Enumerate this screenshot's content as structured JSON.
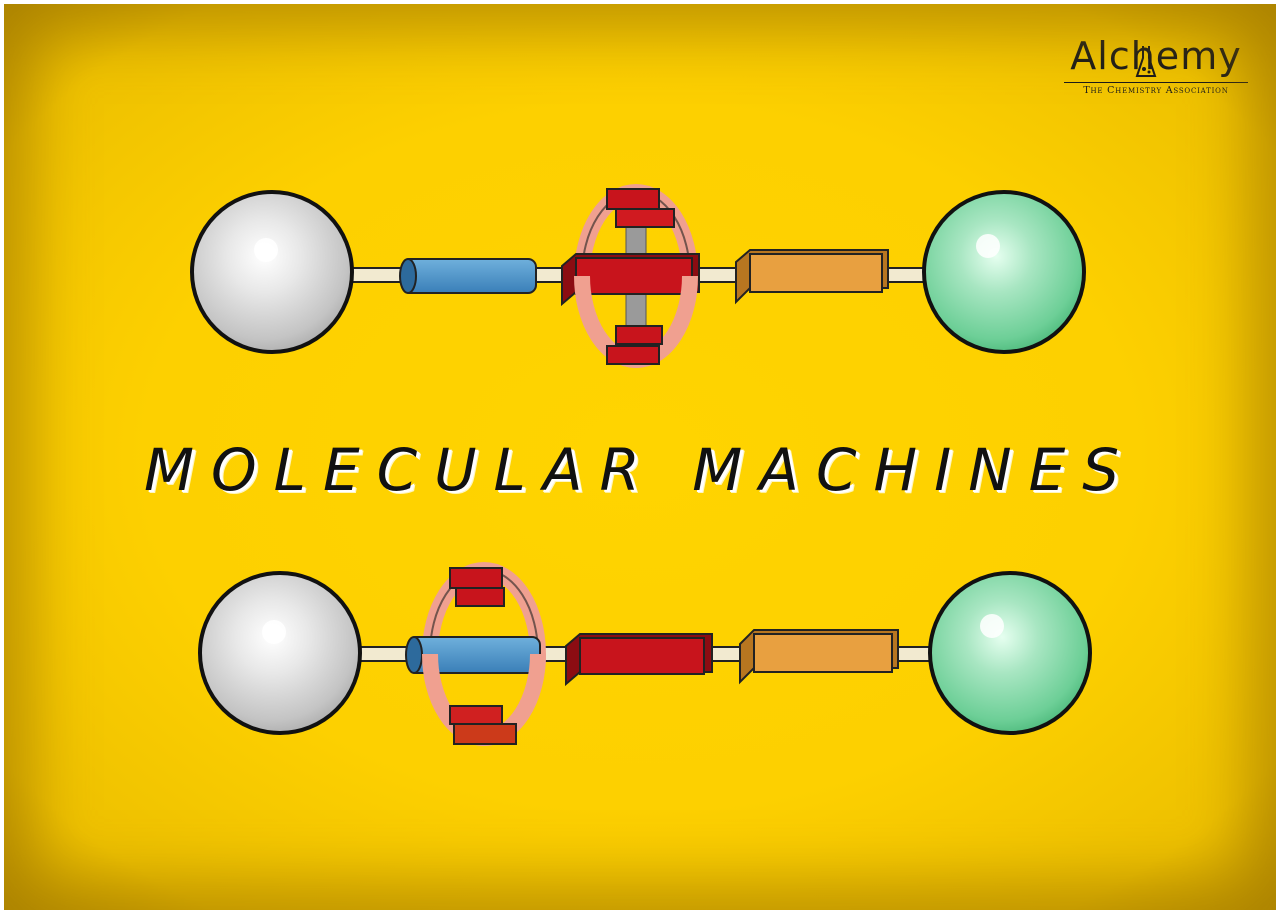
{
  "title": "MOLECULAR MACHINES",
  "logo": {
    "wordmark": "Alchemy",
    "subtitle": "The Chemistry Association"
  },
  "colors": {
    "background": "#fdd000",
    "ball_left": "#d9d9d9",
    "ball_right": "#7fd6a4",
    "blue_station": "#4a90c4",
    "red_station": "#c8141c",
    "orange_station": "#e8a040",
    "ring": "#f0a090"
  },
  "machines": [
    {
      "name": "top-machine",
      "ring_position": "red-station"
    },
    {
      "name": "bottom-machine",
      "ring_position": "blue-station"
    }
  ]
}
